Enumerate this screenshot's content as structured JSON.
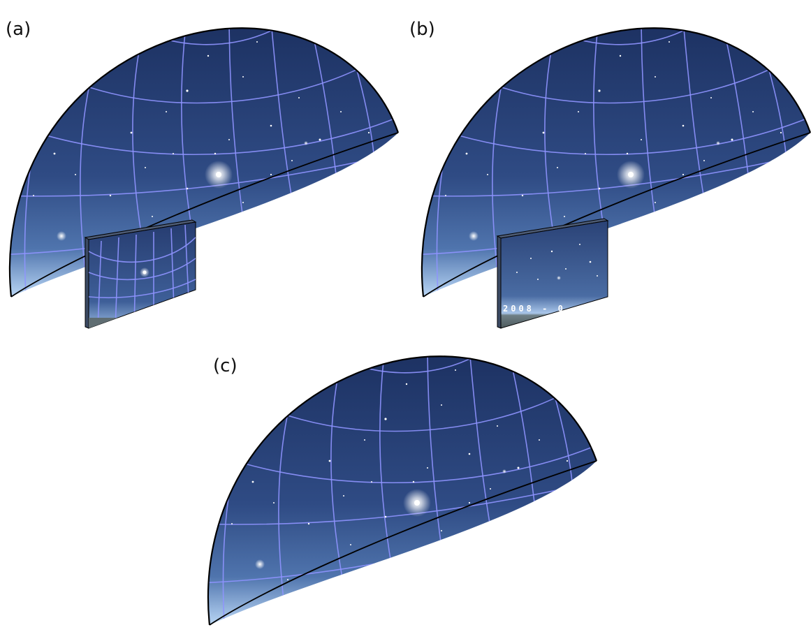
{
  "figure": {
    "panels": [
      {
        "id": "a",
        "label": "(a)",
        "inset": "grid-view"
      },
      {
        "id": "b",
        "label": "(b)",
        "inset": "photo-view",
        "inset_text": "2008 - 0"
      },
      {
        "id": "c",
        "label": "(c)",
        "inset": "none"
      }
    ],
    "colors": {
      "sky_top": "#1f3566",
      "sky_mid": "#34518b",
      "sky_horizon": "#a6c6f0",
      "grid": "#8f93ff",
      "outline": "#000000"
    }
  }
}
